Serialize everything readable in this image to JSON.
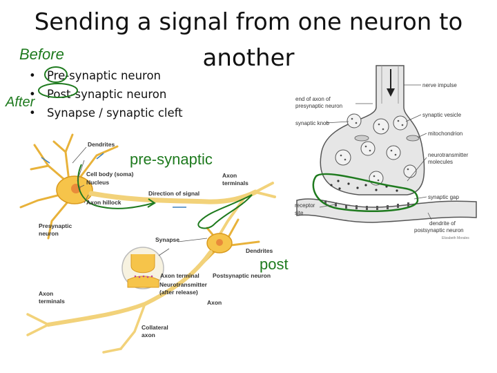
{
  "title": "Sending a signal from one neuron to another",
  "bullets": [
    "Pre-synaptic neuron",
    "Post-synaptic neuron",
    "Synapse / synaptic cleft"
  ],
  "annotations": {
    "before": "Before",
    "after": "After",
    "pre_synaptic": "pre-synaptic",
    "post": "post"
  },
  "neuron_diagram": {
    "dendrites": "Dendrites",
    "cell_body": "Cell body (soma)",
    "nucleus": "Nucleus",
    "axon_hillock": "Axon hillock",
    "presynaptic_neuron_1": "Presynaptic",
    "presynaptic_neuron_2": "neuron",
    "direction_of_signal": "Direction of signal",
    "axon_terminals_top_1": "Axon",
    "axon_terminals_top_2": "terminals",
    "synapse": "Synapse",
    "dendrites_post": "Dendrites",
    "postsynaptic_neuron": "Postsynaptic neuron",
    "axon_terminal": "Axon terminal",
    "neurotransmitter_1": "Neurotransmitter",
    "neurotransmitter_2": "(after release)",
    "axon_terminals_left_1": "Axon",
    "axon_terminals_left_2": "terminals",
    "axon": "Axon",
    "collateral_axon_1": "Collateral",
    "collateral_axon_2": "axon"
  },
  "synapse_diagram": {
    "nerve_impulse": "nerve impulse",
    "end_of_axon_1": "end of axon of",
    "end_of_axon_2": "presynaptic neuron",
    "synaptic_knob": "synaptic knob",
    "synaptic_vesicle": "synaptic vesicle",
    "mitochondrion": "mitochondrion",
    "neurotransmitter_1": "neurotransmitter",
    "neurotransmitter_2": "molecules",
    "synaptic_gap": "synaptic gap",
    "receptor_site_1": "receptor",
    "receptor_site_2": "site",
    "dendrite_1": "dendrite of",
    "dendrite_2": "postsynaptic neuron",
    "credit": "Elizabeth Morales"
  },
  "colors": {
    "ink": "#1e7a1e",
    "neuron": "#f6c44a",
    "axon": "#f2d27a"
  }
}
